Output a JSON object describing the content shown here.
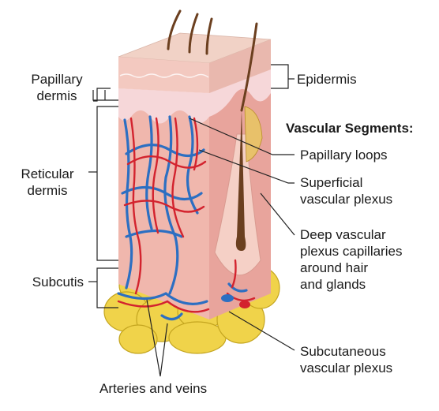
{
  "labels": {
    "papillary_dermis_1": "Papillary",
    "papillary_dermis_2": "dermis",
    "reticular_dermis_1": "Reticular",
    "reticular_dermis_2": "dermis",
    "subcutis": "Subcutis",
    "epidermis": "Epidermis",
    "vascular_segments": "Vascular Segments:",
    "papillary_loops": "Papillary loops",
    "superficial_1": "Superficial",
    "superficial_2": "vascular plexus",
    "deep_1": "Deep vascular",
    "deep_2": "plexus capillaries",
    "deep_3": "around hair",
    "deep_4": "and glands",
    "subcutaneous_1": "Subcutaneous",
    "subcutaneous_2": "vascular plexus",
    "arteries_veins": "Arteries and veins"
  },
  "colors": {
    "epidermis_top": "#f1d2c6",
    "epidermis_front": "#f3c9c0",
    "papillary_layer": "#f6d7d9",
    "dermis_front": "#f0b7ad",
    "dermis_side": "#e8a49c",
    "fat": "#f0d34a",
    "fat_edge": "#c4a51f",
    "artery": "#d3232e",
    "vein": "#2c6fc2",
    "hair": "#6b3f1f",
    "line": "#222222"
  }
}
